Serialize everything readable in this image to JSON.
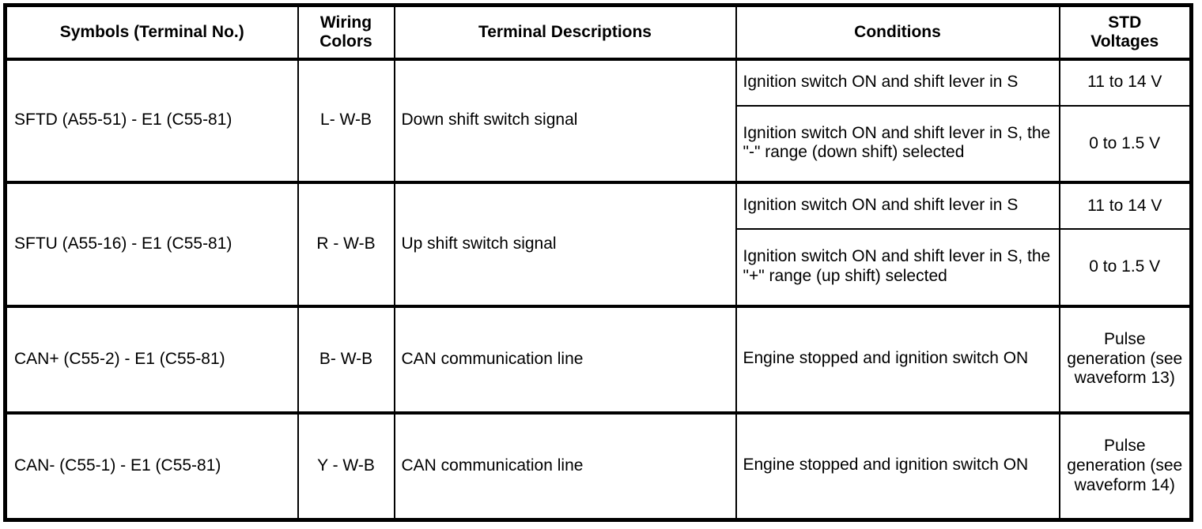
{
  "table": {
    "headers": [
      "Symbols (Terminal No.)",
      "Wiring Colors",
      "Terminal Descriptions",
      "Conditions",
      "STD Voltages"
    ],
    "header_lines": {
      "symbols": "Symbols (Terminal No.)",
      "wiring_line1": "Wiring",
      "wiring_line2": "Colors",
      "terminal": "Terminal Descriptions",
      "conditions": "Conditions",
      "std_line1": "STD",
      "std_line2": "Voltages"
    },
    "rows": [
      {
        "symbols": "SFTD (A55-51) - E1 (C55-81)",
        "wiring_colors": "L- W-B",
        "terminal_description": "Down shift switch signal",
        "entries": [
          {
            "condition": "Ignition switch ON and shift lever in S",
            "std_voltage": "11 to 14 V"
          },
          {
            "condition": "Ignition switch ON and shift lever in S, the \"-\" range (down shift) selected",
            "std_voltage": "0 to 1.5 V"
          }
        ]
      },
      {
        "symbols": "SFTU (A55-16) - E1 (C55-81)",
        "wiring_colors": "R - W-B",
        "terminal_description": "Up shift switch signal",
        "entries": [
          {
            "condition": "Ignition switch ON and shift lever in S",
            "std_voltage": "11 to 14 V"
          },
          {
            "condition": "Ignition switch ON and shift lever in S, the \"+\" range (up shift) selected",
            "std_voltage": "0 to 1.5 V"
          }
        ]
      },
      {
        "symbols": "CAN+ (C55-2) - E1 (C55-81)",
        "wiring_colors": "B- W-B",
        "terminal_description": "CAN communication line",
        "entries": [
          {
            "condition": "Engine stopped and ignition switch ON",
            "std_voltage": "Pulse generation (see waveform 13)"
          }
        ]
      },
      {
        "symbols": "CAN- (C55-1) - E1 (C55-81)",
        "wiring_colors": "Y - W-B",
        "terminal_description": "CAN communication line",
        "entries": [
          {
            "condition": "Engine stopped and ignition switch ON",
            "std_voltage": "Pulse generation (see waveform 14)"
          }
        ]
      }
    ]
  },
  "colors": {
    "border": "#000000",
    "background": "#ffffff",
    "text": "#000000"
  }
}
